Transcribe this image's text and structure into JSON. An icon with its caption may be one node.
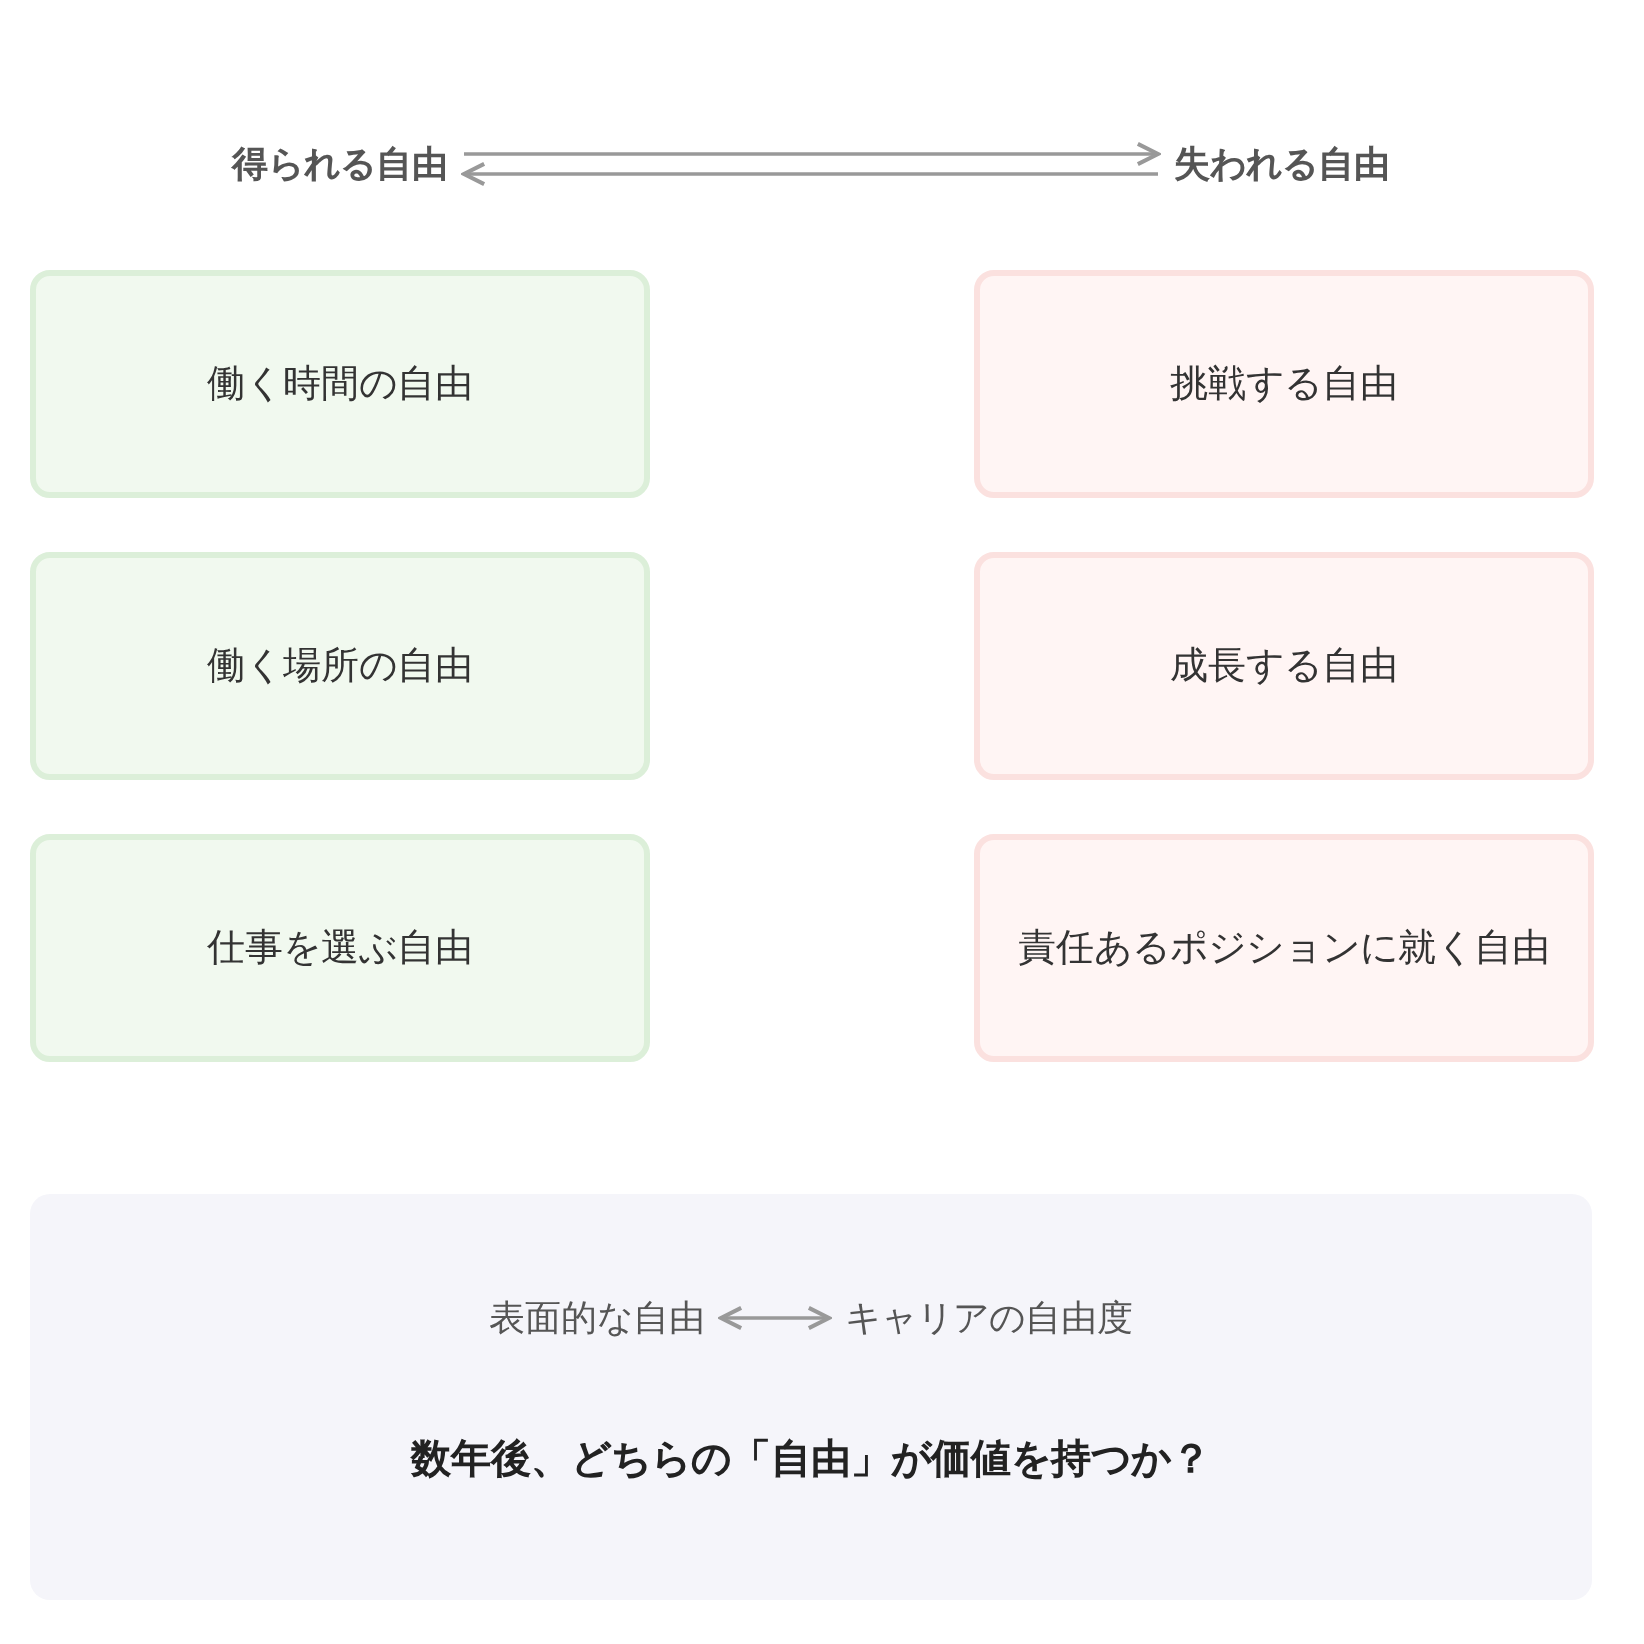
{
  "diagram": {
    "nodes": [
      {
        "text": [
          "得られる自由"
        ]
      },
      {
        "text": [
          "失われる自由"
        ]
      },
      {
        "text": [
          "働く時間の自由"
        ]
      },
      {
        "text": [
          "挑戦する自由"
        ]
      },
      {
        "text": [
          "働く場所の自由"
        ]
      },
      {
        "text": [
          "成長する自由"
        ]
      },
      {
        "text": [
          "仕事を選ぶ自由"
        ]
      },
      {
        "text": [
          "責任あるポジションに就く自由"
        ]
      },
      {
        "text": [
          "数年後、どちらの「自由」が価値を持つか？"
        ]
      },
      {
        "text": [
          "表面的な自由"
        ],
        "in": 8
      },
      {
        "text": [
          "キャリアの自由度"
        ],
        "in": 8
      }
    ],
    "edges": [
      {
        "from": 0,
        "to": 1,
        "arrow": "to"
      },
      {
        "from": 1,
        "to": 0,
        "arrow": "to"
      },
      {
        "from": 9,
        "to": 10,
        "arrow": "both"
      }
    ]
  }
}
